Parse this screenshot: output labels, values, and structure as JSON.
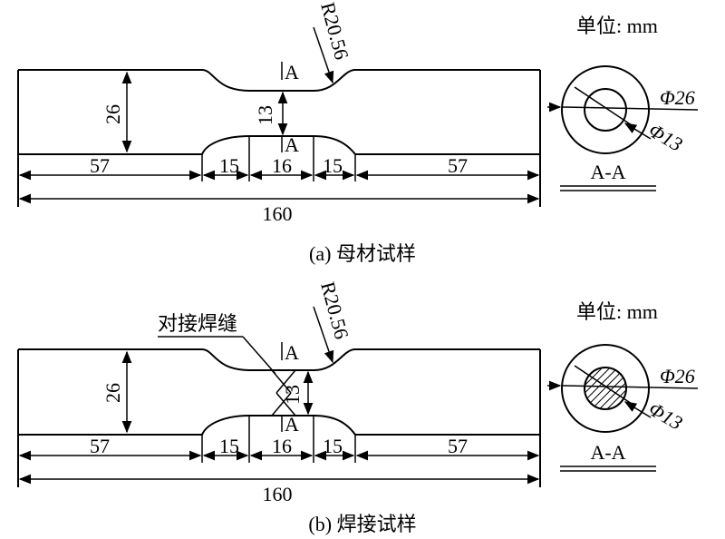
{
  "figure_a": {
    "unit_label": "单位: mm",
    "radius_label": "R20.56",
    "section_mark": "A",
    "dim_height_full": "26",
    "dim_height_neck": "13",
    "dim_left": "57",
    "dim_taper_left": "15",
    "dim_center": "16",
    "dim_taper_right": "15",
    "dim_right": "57",
    "dim_total": "160",
    "outer_diameter": "Φ26",
    "inner_diameter": "Φ13",
    "section_title": "A-A",
    "caption": "(a) 母材试样"
  },
  "figure_b": {
    "unit_label": "单位: mm",
    "radius_label": "R20.56",
    "weld_label": "对接焊缝",
    "section_mark": "A",
    "dim_height_full": "26",
    "dim_height_neck": "13",
    "dim_left": "57",
    "dim_taper_left": "15",
    "dim_center": "16",
    "dim_taper_right": "15",
    "dim_right": "57",
    "dim_total": "160",
    "outer_diameter": "Φ26",
    "inner_diameter": "Φ13",
    "section_title": "A-A",
    "caption": "(b) 焊接试样"
  }
}
